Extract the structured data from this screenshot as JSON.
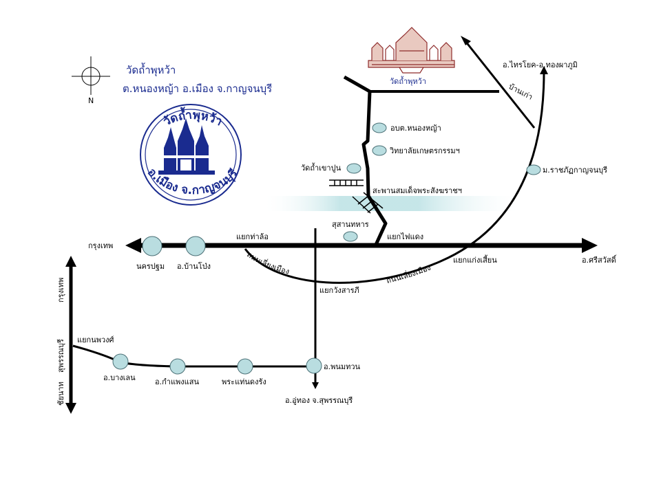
{
  "title": {
    "line1": "วัดถ้ำพุหว้า",
    "line2": "ต.หนองหญ้า อ.เมือง จ.กาญจนบุรี"
  },
  "compass": {
    "north_label": "N"
  },
  "seal": {
    "top_text": "วัดถ้ำพุหว้า",
    "bottom_text": "อ.เมือง จ.กาญจนบุรี"
  },
  "temple": {
    "label": "วัดถ้ำพุหว้า"
  },
  "roads": {
    "bangkok": "กรุงเทพ",
    "si_sawat": "อ.ศรีสวัสดิ์",
    "sai_yok": "อ.ไทรโยค-อ.ทองผาภูมิ",
    "ban_kao": "บ้านเก่า",
    "u_thong": "อ.อู่ทอง จ.สุพรรณบุรี",
    "bypass_left": "ถนนเลี่ยงเมือง",
    "bypass_right": "ถนนเลี่ยงเมือง",
    "vertical_top": "กรุงเทพ",
    "vertical_mid": "สุพรรณบุรี",
    "vertical_bottom": "ชัยนาท"
  },
  "places": {
    "obt": "อบต.หนองหญ้า",
    "college": "วิทยาลัยเกษตรกรรมฯ",
    "khao_pun": "วัดถ้ำเขาปูน",
    "bridge": "สะพานสมเด็จพระสังฆราชฯ",
    "rajabhat": "ม.ราชภัฏกาญจนบุรี",
    "cemetery": "สุสานทหาร",
    "nakhon_pathom": "นครปฐม",
    "ban_pong": "อ.บ้านโป่ง",
    "tha_lo": "แยกท่าล้อ",
    "fai_daeng": "แยกไฟแดง",
    "kaeng_sian": "แยกแก่งเสี้ยน",
    "wang_sarapi": "แยกวังสารภี",
    "kon_phuang": "แยกนพวงศ์",
    "bang_len": "อ.บางเลน",
    "kamphaeng_saen": "อ.กำแพงแสน",
    "phra_thaen": "พระแท่นดงรัง",
    "phanom_thuan": "อ.พนมทวน"
  },
  "colors": {
    "road": "#000000",
    "marker_fill": "#b9dde0",
    "marker_stroke": "#4a6f75",
    "river": "#bfe3e6",
    "title_blue": "#1a2b8f",
    "temple": "#8e2b2b"
  }
}
